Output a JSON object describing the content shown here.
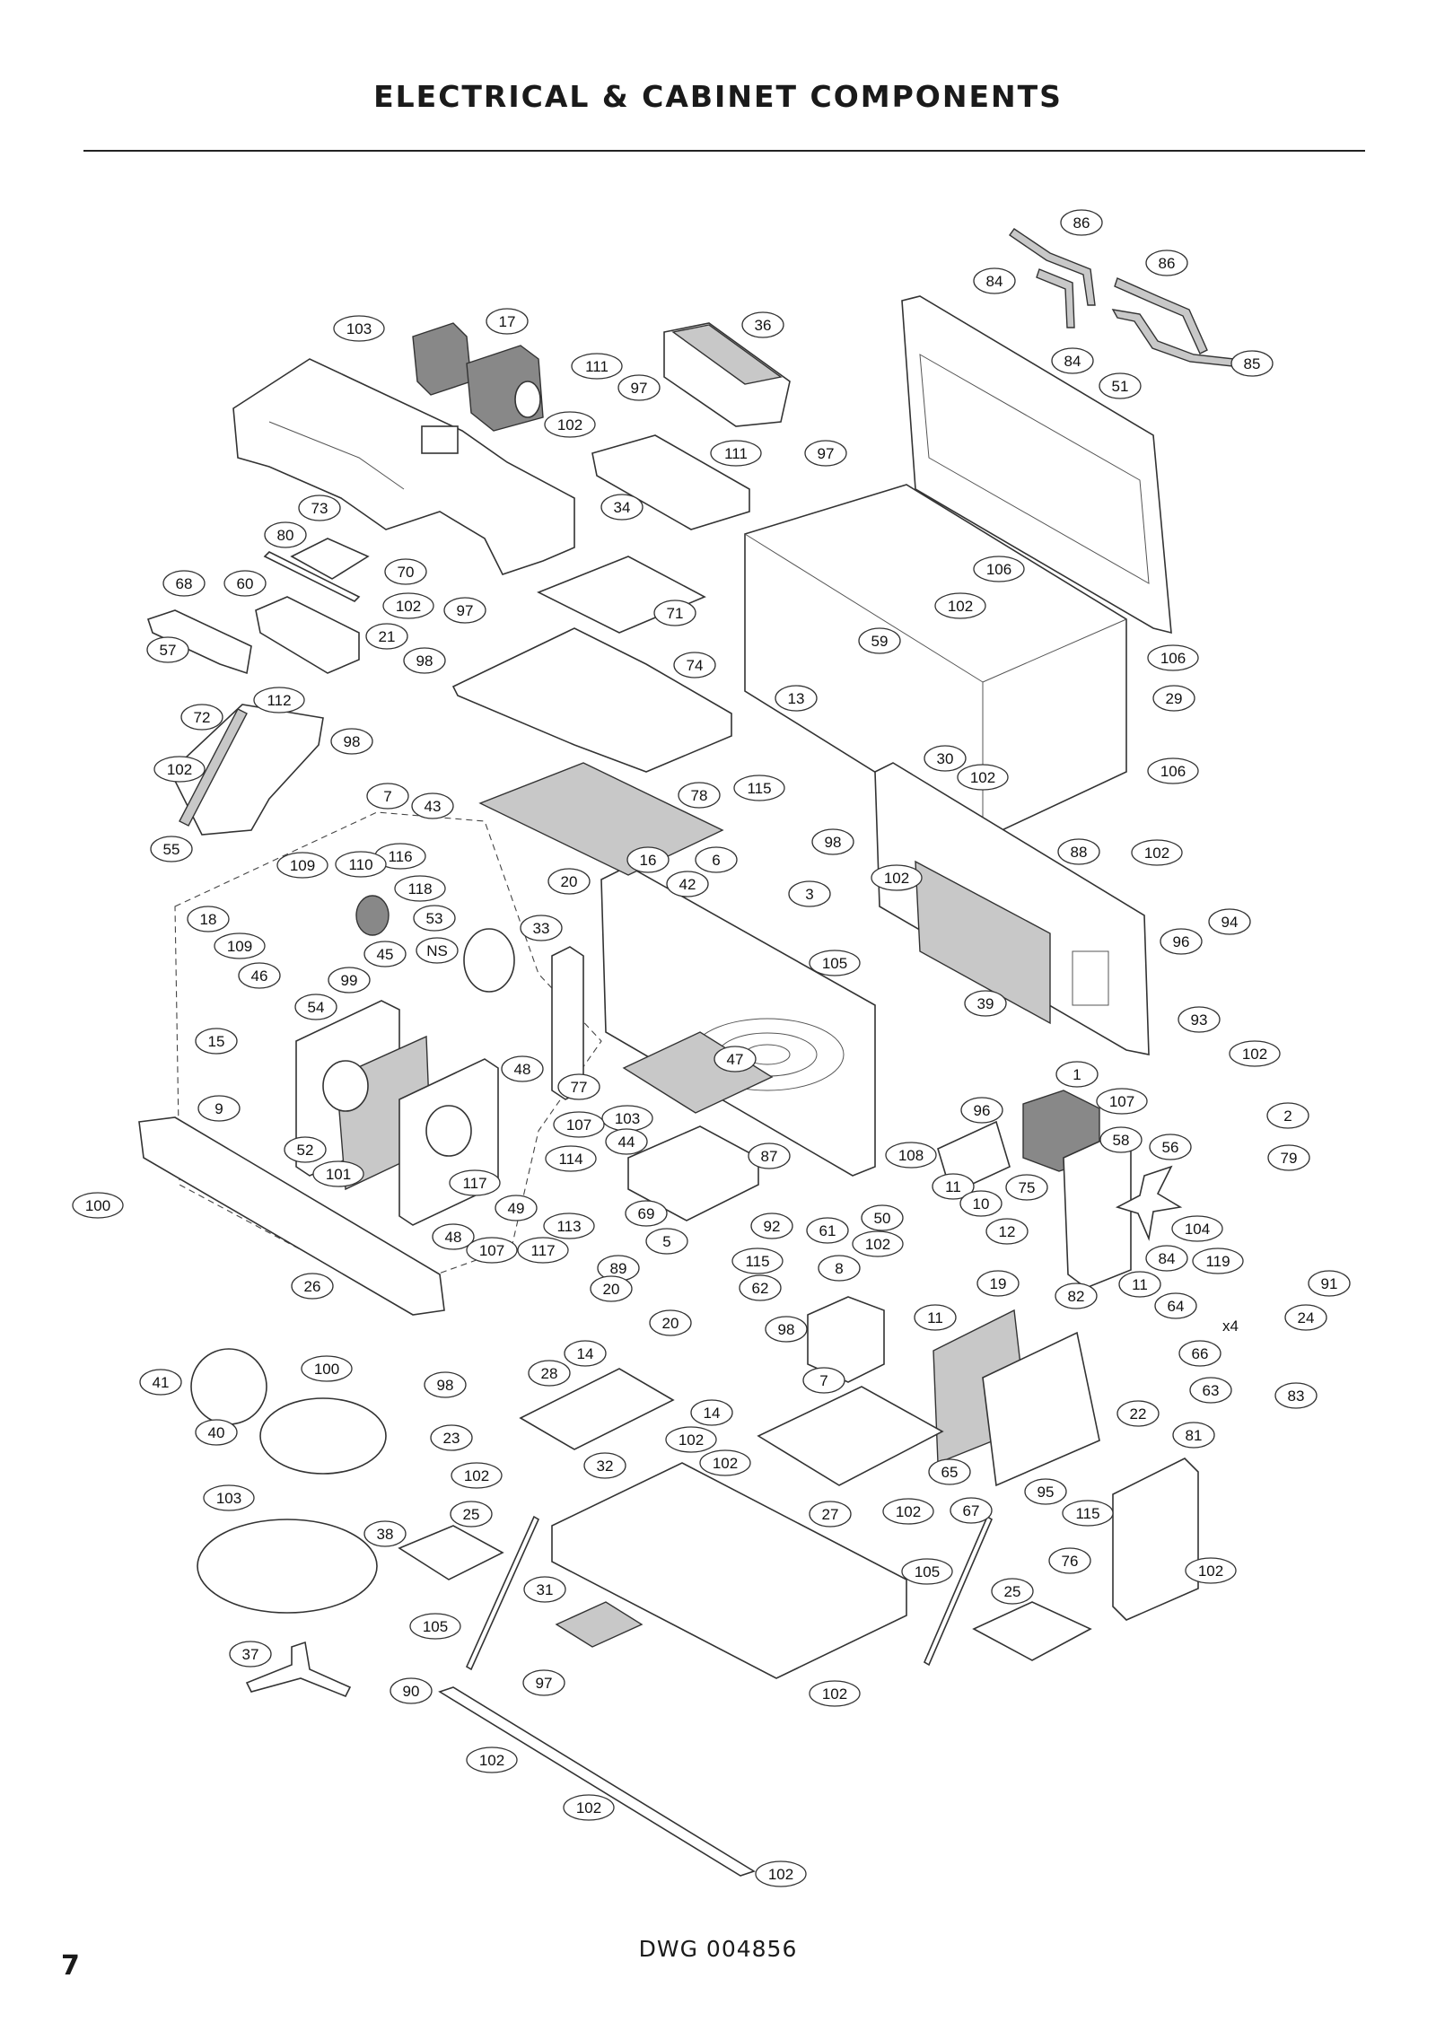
{
  "page": {
    "title": "ELECTRICAL & CABINET COMPONENTS",
    "drawing_number": "DWG 004856",
    "page_number": "7"
  },
  "callout_labels": [
    "86",
    "86",
    "84",
    "84",
    "85",
    "51",
    "103",
    "17",
    "36",
    "111",
    "97",
    "102",
    "111",
    "97",
    "34",
    "73",
    "80",
    "70",
    "106",
    "68",
    "60",
    "102",
    "97",
    "71",
    "102",
    "21",
    "57",
    "98",
    "59",
    "74",
    "106",
    "13",
    "29",
    "72",
    "112",
    "98",
    "30",
    "102",
    "106",
    "102",
    "7",
    "43",
    "78",
    "115",
    "55",
    "116",
    "98",
    "16",
    "6",
    "88",
    "102",
    "110",
    "109",
    "118",
    "20",
    "42",
    "3",
    "102",
    "94",
    "18",
    "53",
    "33",
    "96",
    "109",
    "45",
    "NS",
    "105",
    "46",
    "99",
    "39",
    "93",
    "54",
    "15",
    "47",
    "102",
    "48",
    "1",
    "77",
    "107",
    "9",
    "103",
    "96",
    "107",
    "2",
    "114",
    "44",
    "87",
    "108",
    "58",
    "56",
    "52",
    "101",
    "79",
    "117",
    "75",
    "11",
    "10",
    "100",
    "49",
    "113",
    "69",
    "92",
    "61",
    "50",
    "104",
    "48",
    "107",
    "117",
    "5",
    "102",
    "12",
    "26",
    "115",
    "89",
    "62",
    "8",
    "84",
    "119",
    "91",
    "20",
    "19",
    "82",
    "11",
    "64",
    "20",
    "98",
    "11",
    "24",
    "100",
    "14",
    "28",
    "7",
    "66",
    "41",
    "98",
    "63",
    "83",
    "14",
    "22",
    "40",
    "23",
    "102",
    "81",
    "102",
    "32",
    "102",
    "65",
    "95",
    "103",
    "27",
    "102",
    "67",
    "115",
    "25",
    "38",
    "105",
    "76",
    "102",
    "31",
    "25",
    "105",
    "37",
    "90",
    "97",
    "102",
    "102",
    "102",
    "102",
    "x4"
  ]
}
